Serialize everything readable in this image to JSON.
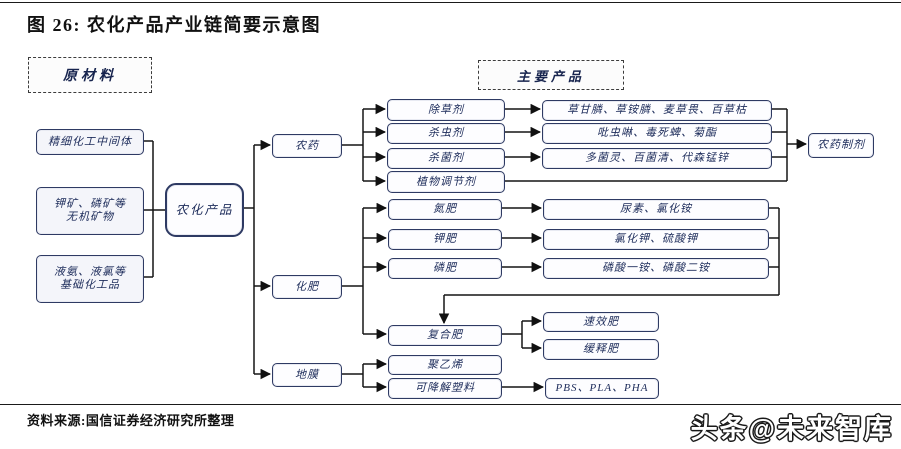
{
  "title": "图 26:  农化产品产业链简要示意图",
  "legend": {
    "raw_materials": "原材料",
    "main_products": "主要产品"
  },
  "nodes": {
    "raw_intermediate": "精细化工中间体",
    "raw_minerals": "钾矿、磷矿等\n无机矿物",
    "raw_basic_chem": "液氨、液氯等\n基础化工品",
    "agrochemical": "农化产品",
    "pesticide": "农药",
    "fertilizer": "化肥",
    "mulch_film": "地膜",
    "herbicide": "除草剂",
    "insecticide": "杀虫剂",
    "fungicide": "杀菌剂",
    "plant_regulator": "植物调节剂",
    "herbicide_products": "草甘膦、草铵膦、麦草畏、百草枯",
    "insecticide_products": "吡虫啉、毒死蜱、菊酯",
    "fungicide_products": "多菌灵、百菌清、代森锰锌",
    "pesticide_formulation": "农药制剂",
    "nitrogen_fert": "氮肥",
    "potash_fert": "钾肥",
    "phosphate_fert": "磷肥",
    "compound_fert": "复合肥",
    "nitrogen_products": "尿素、氯化铵",
    "potash_products": "氯化钾、硫酸钾",
    "phosphate_products": "磷酸一铵、磷酸二铵",
    "quick_fert": "速效肥",
    "slow_release_fert": "缓释肥",
    "polyethylene": "聚乙烯",
    "degradable_plastic": "可降解塑料",
    "degradable_products": "PBS、PLA、PHA"
  },
  "footer": {
    "source": "资料来源:国信证券经济研究所整理"
  },
  "watermark": "头条@未来智库",
  "colors": {
    "box_border": "#2e3a63",
    "box_text": "#1c2b5a",
    "line": "#1a1a1a"
  }
}
